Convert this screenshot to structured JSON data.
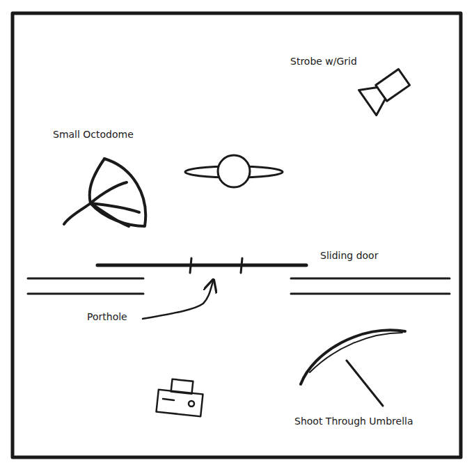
{
  "diagram": {
    "labels": [
      "Strobe w/Grid",
      "Small Octodome",
      "Sliding door",
      "Porthole",
      "Shoot Through Umbrella"
    ]
  }
}
